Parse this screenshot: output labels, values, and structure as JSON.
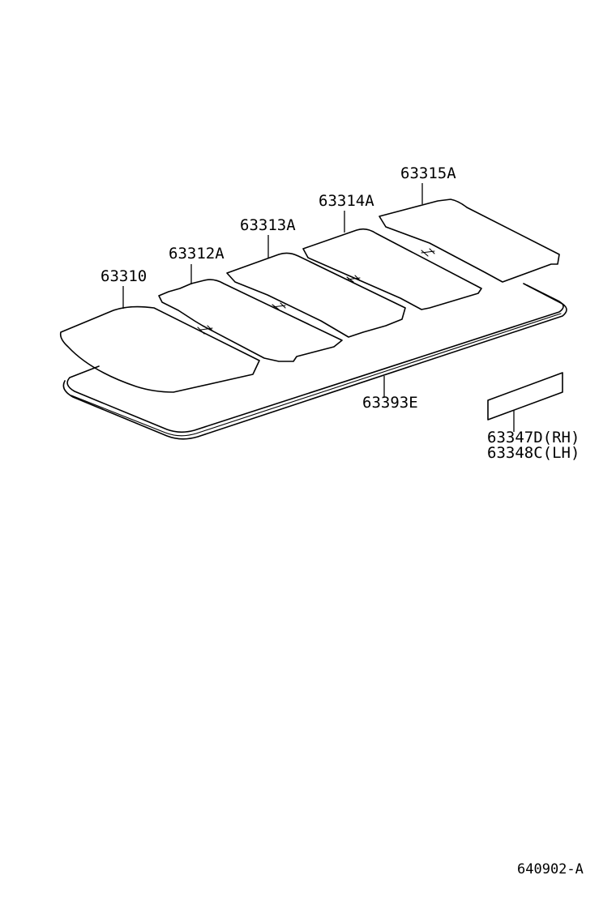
{
  "labels": {
    "p63310": "63310",
    "p63312A": "63312A",
    "p63313A": "63313A",
    "p63314A": "63314A",
    "p63315A": "63315A",
    "p63393E": "63393E",
    "p63347D": "63347D(RH)",
    "p63348C": "63348C(LH)"
  },
  "diagram_code": "640902-A"
}
